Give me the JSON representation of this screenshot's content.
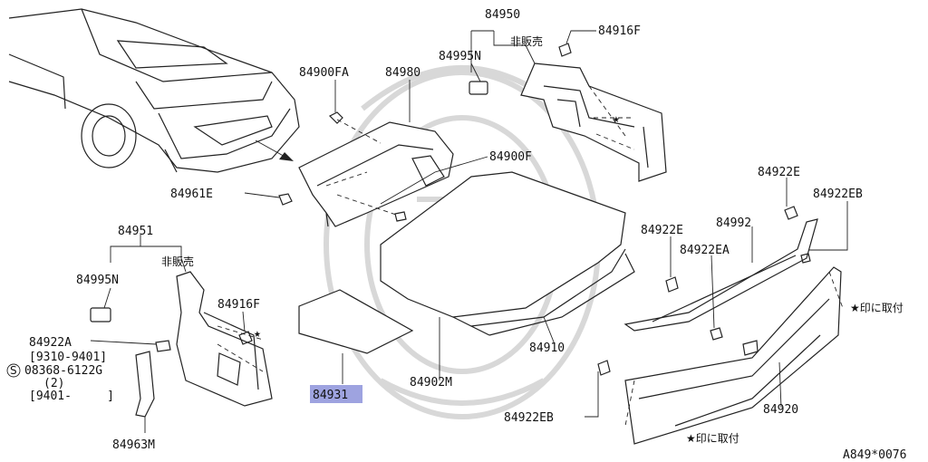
{
  "diagram": {
    "background": "#ffffff",
    "highlight_color": "#9ea3e0",
    "ink_color": "#111111",
    "labels": {
      "p84950": "84950",
      "p84995n_top": "84995N",
      "not_for_sale_top": "非販売",
      "p84916f_top": "84916F",
      "p84900fa": "84900FA",
      "p84980": "84980",
      "p84900f": "84900F",
      "p84961e": "84961E",
      "p84922e_right": "84922E",
      "p84922eb_right": "84922EB",
      "p84951": "84951",
      "not_for_sale_left": "非販売",
      "p84995n_left": "84995N",
      "p84916f_left": "84916F",
      "p84922a": "84922A",
      "range_9310_9401": "[9310-9401]",
      "p08368_6122g": "08368-6122G",
      "qty_2": "(2)",
      "range_9401": "[9401-     ]",
      "p84963m": "84963M",
      "p84931": "84931",
      "p84902m": "84902M",
      "p84922e_mid": "84922E",
      "p84992": "84992",
      "p84922ea": "84922EA",
      "p84910": "84910",
      "attach_note_right": "★印に取付",
      "p84922eb_bottom": "84922EB",
      "p84920": "84920",
      "attach_note_bottom": "★印に取付",
      "diagram_code": "A849*0076",
      "star_top": "★",
      "star_left": "★",
      "screw_symbol": "S"
    }
  }
}
